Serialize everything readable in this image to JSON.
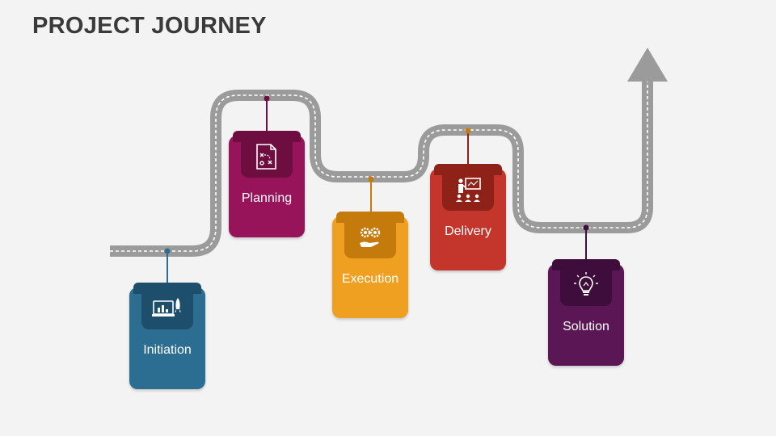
{
  "title": "PROJECT JOURNEY",
  "colors": {
    "background": "#f3f3f3",
    "road": "#9b9b9b",
    "road_dash": "#ffffff",
    "title": "#3a3a3a"
  },
  "stages": [
    {
      "label": "Initiation",
      "icon": "laptop-rocket-icon",
      "color": "#2c6e91",
      "dark": "#1d4f6c",
      "pin": "#2c6e91"
    },
    {
      "label": "Planning",
      "icon": "strategy-board-icon",
      "color": "#97145a",
      "dark": "#6d0d40",
      "pin": "#6d0d40"
    },
    {
      "label": "Execution",
      "icon": "gears-hand-icon",
      "color": "#f0a020",
      "dark": "#c57a0c",
      "pin": "#c57a0c"
    },
    {
      "label": "Delivery",
      "icon": "presentation-icon",
      "color": "#c4362c",
      "dark": "#8e2219",
      "pin": "#8e2219"
    },
    {
      "label": "Solution",
      "icon": "lightbulb-icon",
      "color": "#5b1656",
      "dark": "#3e0d3b",
      "pin": "#3e0d3b"
    }
  ]
}
